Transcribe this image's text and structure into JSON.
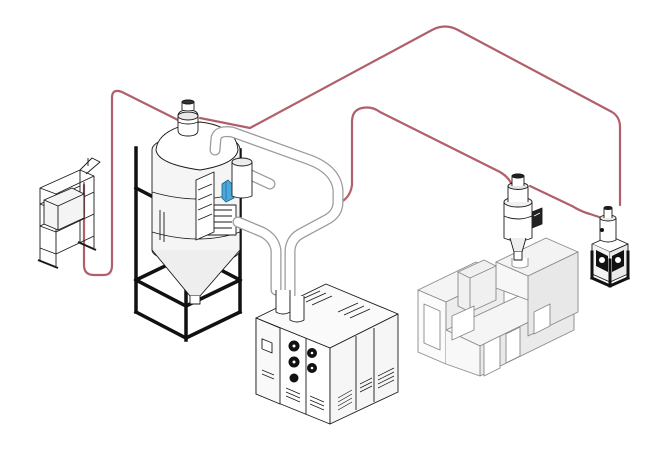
{
  "colors": {
    "background": "#ffffff",
    "line": "#1a1a1a",
    "conveying_pipe": "#b0606a",
    "duct": "#9a9a9a",
    "panel_fill": "#f2f2f2",
    "accent": "#4aa8dc"
  },
  "components": [
    {
      "id": "bag-unloader",
      "icon": "bulk-bag-unloader-icon"
    },
    {
      "id": "drying-hopper",
      "icon": "drying-hopper-icon"
    },
    {
      "id": "hopper-loader",
      "icon": "vacuum-loader-icon"
    },
    {
      "id": "dryer-unit",
      "icon": "dehumidifying-dryer-icon"
    },
    {
      "id": "injection-machine",
      "icon": "injection-molding-machine-icon"
    },
    {
      "id": "machine-loader",
      "icon": "machine-mounted-loader-icon"
    },
    {
      "id": "vacuum-pump",
      "icon": "vacuum-pump-station-icon"
    }
  ]
}
